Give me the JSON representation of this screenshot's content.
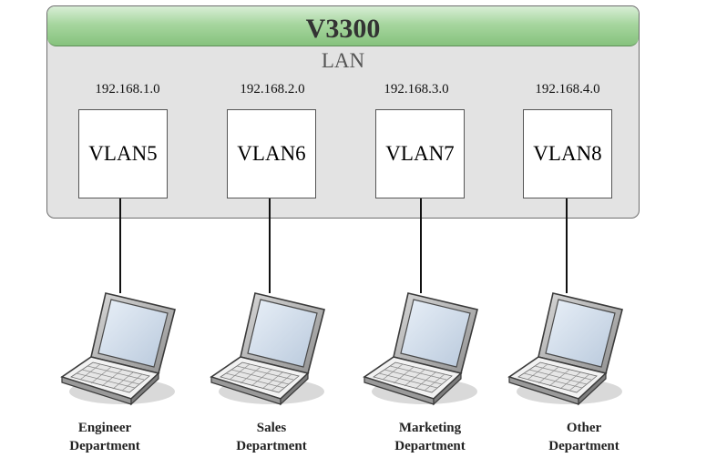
{
  "device": {
    "title": "V3300",
    "network_label": "LAN"
  },
  "vlans": [
    {
      "subnet": "192.168.1.0",
      "label": "VLAN5",
      "department": [
        "Engineer",
        "Department"
      ]
    },
    {
      "subnet": "192.168.2.0",
      "label": "VLAN6",
      "department": [
        "Sales",
        "Department"
      ]
    },
    {
      "subnet": "192.168.3.0",
      "label": "VLAN7",
      "department": [
        "Marketing",
        "Department"
      ]
    },
    {
      "subnet": "192.168.4.0",
      "label": "VLAN8",
      "department": [
        "Other",
        "Department"
      ]
    }
  ],
  "colors": {
    "header_green": "#a7d69f",
    "panel_gray": "#e3e3e3",
    "line": "#111111"
  },
  "icons": {
    "endpoint": "laptop-icon"
  }
}
